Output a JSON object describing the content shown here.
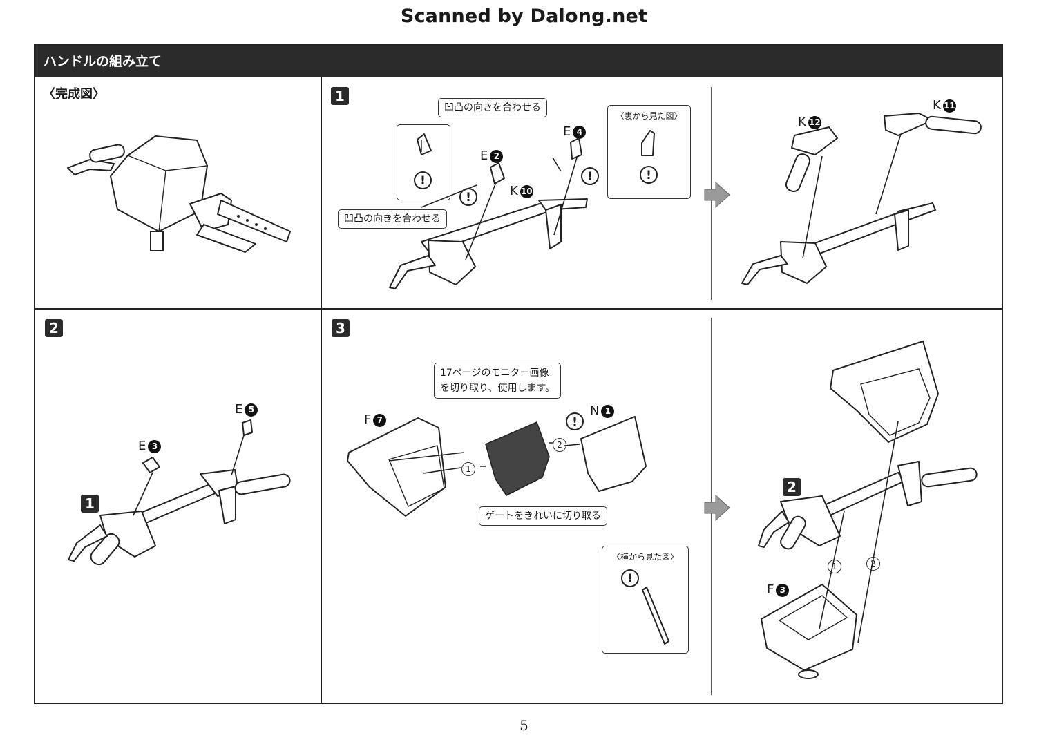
{
  "header": {
    "credit": "Scanned by Dalong.net"
  },
  "section": {
    "title": "ハンドルの組み立て"
  },
  "completed": {
    "label": "〈完成図〉"
  },
  "step1": {
    "number": "1",
    "callout_top": "凹凸の向きを合わせる",
    "callout_bottom": "凹凸の向きを合わせる",
    "back_view_title": "〈裏から見た図〉",
    "parts": {
      "e2": {
        "letter": "E",
        "num": "2"
      },
      "e4": {
        "letter": "E",
        "num": "4"
      },
      "k10": {
        "letter": "K",
        "num": "10"
      },
      "k11": {
        "letter": "K",
        "num": "11"
      },
      "k12": {
        "letter": "K",
        "num": "12"
      }
    }
  },
  "step2": {
    "number": "2",
    "sub_ref": "1",
    "parts": {
      "e3": {
        "letter": "E",
        "num": "3"
      },
      "e5": {
        "letter": "E",
        "num": "5"
      }
    }
  },
  "step3": {
    "number": "3",
    "callout_monitor": [
      "17ページのモニター画像",
      "を切り取り、使用します。"
    ],
    "callout_gate": "ゲートをきれいに切り取る",
    "side_view_title": "〈横から見た図〉",
    "order": [
      "1",
      "2"
    ],
    "sub_ref": "2",
    "parts": {
      "f7": {
        "letter": "F",
        "num": "7"
      },
      "n1": {
        "letter": "N",
        "num": "1"
      },
      "f3": {
        "letter": "F",
        "num": "3"
      }
    }
  },
  "warning_symbol": "!",
  "footer": {
    "page_number": "5"
  }
}
